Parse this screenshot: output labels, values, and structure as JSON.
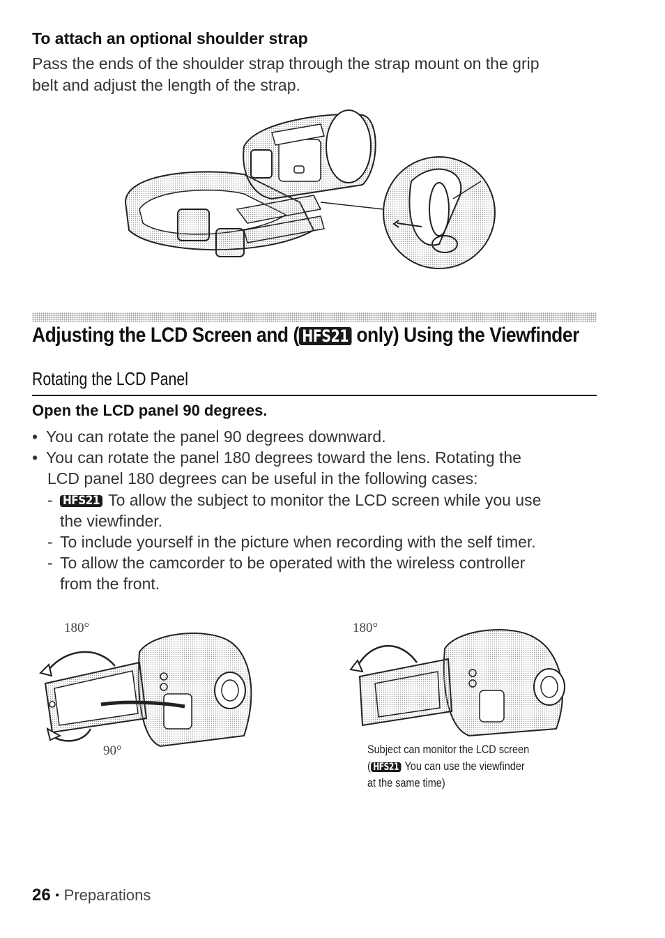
{
  "strap": {
    "heading": "To attach an optional shoulder strap",
    "line1": "Pass the ends of the shoulder strap through the strap mount on the grip",
    "line2": "belt and adjust the length of the strap."
  },
  "section": {
    "title_pre": "Adjusting the LCD Screen and (",
    "badge": "HFS21",
    "title_post": "only) Using the Viewfinder"
  },
  "subsection": {
    "title": "Rotating the LCD Panel"
  },
  "step": {
    "heading": "Open the LCD panel 90 degrees.",
    "bullet1": "You can rotate the panel 90 degrees downward.",
    "bullet2_line1": "You can rotate the panel 180 degrees toward the lens. Rotating the",
    "bullet2_line2": "LCD panel 180 degrees can be useful in the following cases:",
    "sub1_badge": "HFS21",
    "sub1_line1": "To allow the subject to monitor the LCD screen while you use",
    "sub1_line2": "the viewfinder.",
    "sub2": "To include yourself in the picture when recording with the self timer.",
    "sub3_line1": "To allow the camcorder to be operated with the wireless controller",
    "sub3_line2": "from the front."
  },
  "figure_left": {
    "label_top": "180°",
    "label_bottom": "90°"
  },
  "figure_right": {
    "label_top": "180°",
    "caption_line1": "Subject can monitor the LCD screen",
    "caption_badge": "HFS21",
    "caption_line2": "You can use the viewfinder",
    "caption_line3": "at the same time)"
  },
  "footer": {
    "page_number": "26",
    "bullet": "•",
    "section_name": "Preparations"
  }
}
